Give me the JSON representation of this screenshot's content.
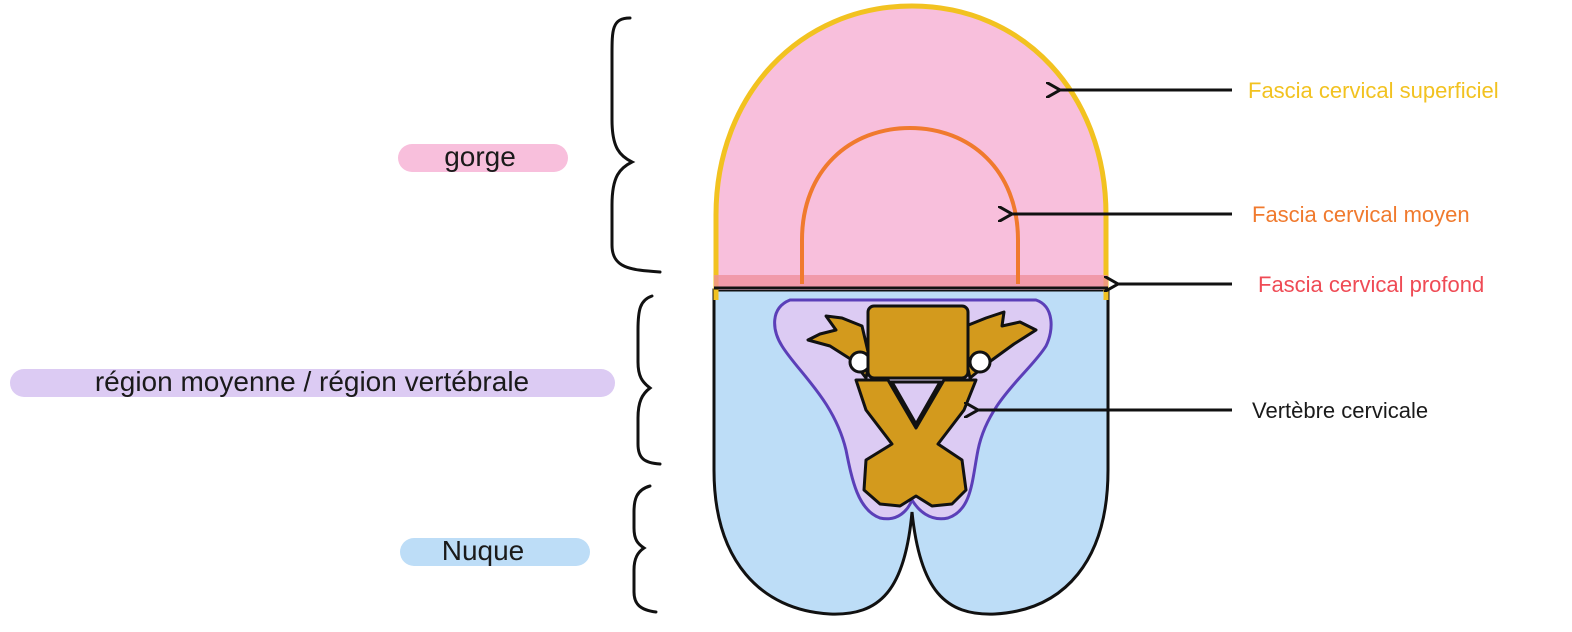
{
  "regions": {
    "gorge": "gorge",
    "middle": "région moyenne / région vertébrale",
    "nuque": "Nuque"
  },
  "fascia": {
    "superficiel": "Fascia cervical superficiel",
    "moyen": "Fascia cervical moyen",
    "profond": "Fascia cervical profond",
    "vertebre": "Vertèbre cervicale"
  },
  "colors": {
    "gorge_fill": "#f8bfdc",
    "middle_fill": "#dccbf3",
    "nuque_fill": "#bdddf7",
    "superficiel": "#f2c220",
    "moyen": "#f07a2e",
    "profond": "#ef4b55",
    "vertebre_text": "#1a1a1a",
    "vertebra_fill": "#d39a1d",
    "outline": "#111111",
    "purple_outline": "#5b3fb8"
  }
}
